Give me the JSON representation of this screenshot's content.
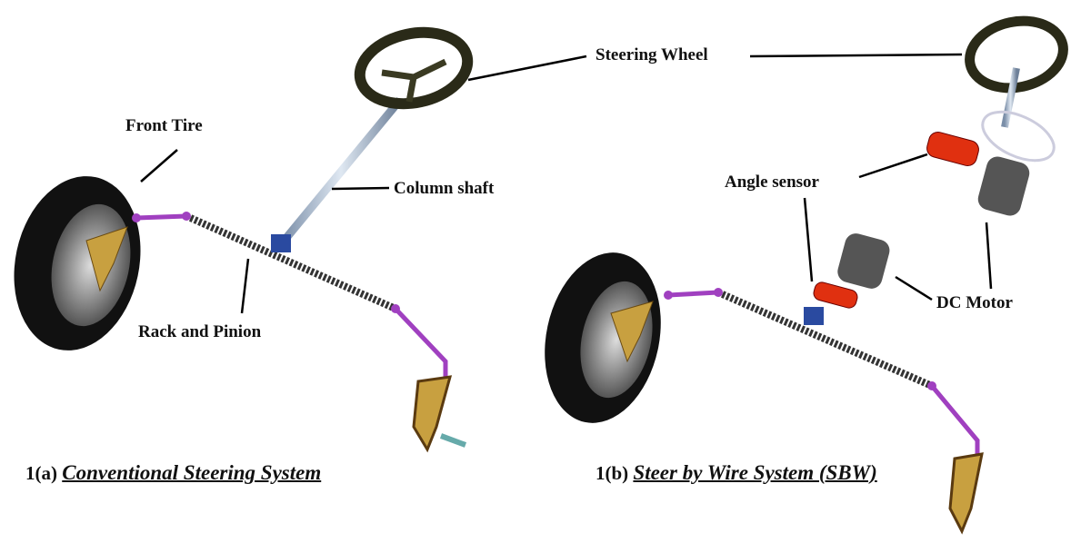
{
  "labels": {
    "steering_wheel": "Steering Wheel",
    "front_tire": "Front Tire",
    "column_shaft": "Column shaft",
    "rack_and_pinion": "Rack and Pinion",
    "angle_sensor": "Angle sensor",
    "dc_motor": "DC Motor"
  },
  "captions": {
    "a_prefix": "1(a)",
    "a_title": "Conventional Steering System",
    "b_prefix": "1(b)",
    "b_title": "Steer by Wire System (SBW)"
  },
  "colors": {
    "tie_rod": "#a040c0",
    "sensor": "#e03010",
    "motor": "#555555",
    "tire": "#111111"
  }
}
